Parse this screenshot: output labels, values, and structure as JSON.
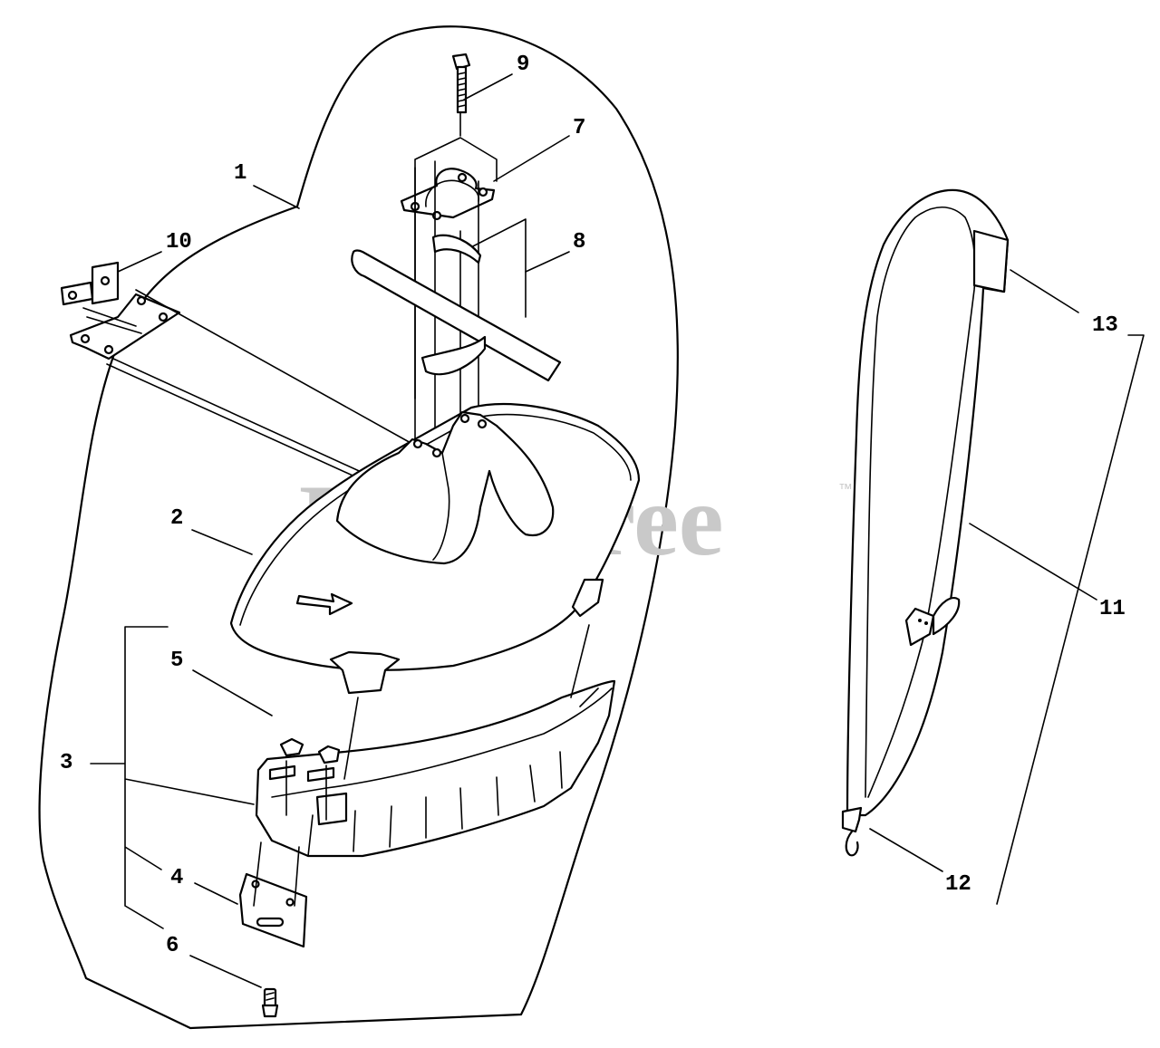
{
  "watermark": {
    "text": "PartsTree",
    "mark": "™"
  },
  "callouts": [
    {
      "id": "1",
      "text": "1"
    },
    {
      "id": "2",
      "text": "2"
    },
    {
      "id": "3",
      "text": "3"
    },
    {
      "id": "4",
      "text": "4"
    },
    {
      "id": "5",
      "text": "5"
    },
    {
      "id": "6",
      "text": "6"
    },
    {
      "id": "7",
      "text": "7"
    },
    {
      "id": "8",
      "text": "8"
    },
    {
      "id": "9",
      "text": "9"
    },
    {
      "id": "10",
      "text": "10"
    },
    {
      "id": "11",
      "text": "11"
    },
    {
      "id": "12",
      "text": "12"
    },
    {
      "id": "13",
      "text": "13"
    }
  ]
}
